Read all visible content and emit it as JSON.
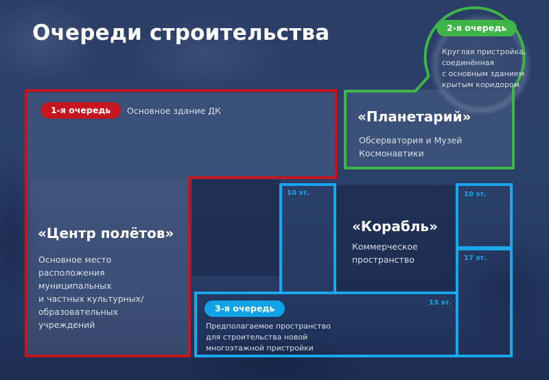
{
  "title": "Очереди строительства",
  "colors": {
    "background": "#1f3157",
    "phase1": "#c4161c",
    "phase2": "#3fb548",
    "phase3": "#0fa3e6"
  },
  "phase1": {
    "badge": "1-я очередь",
    "subtitle": "Основное здание ДК",
    "name": "«Центр полётов»",
    "description": [
      "Основное место",
      "расположения",
      "муниципальных",
      "и частных культурных/",
      "образовательных",
      "учреждений"
    ]
  },
  "phase2": {
    "badge": "2-я очередь",
    "description": [
      "Круглая пристройка,",
      "соединённая",
      "с основным зданием",
      "крытым коридором"
    ],
    "name": "«Планетарий»",
    "subtitle": [
      "Обсерватория и Музей",
      "Космонавтики"
    ]
  },
  "phase3": {
    "badge": "3-я очередь",
    "description": [
      "Предполагаемое пространство",
      "для строительства новой",
      "многоэтажной пристройки"
    ],
    "name": "«Корабль»",
    "subtitle": [
      "Коммерческое",
      "пространство"
    ],
    "floors": {
      "left_tower": "10 эт.",
      "right_top": "10 эт.",
      "right_bottom": "17 эт.",
      "base": "13 эт."
    }
  }
}
